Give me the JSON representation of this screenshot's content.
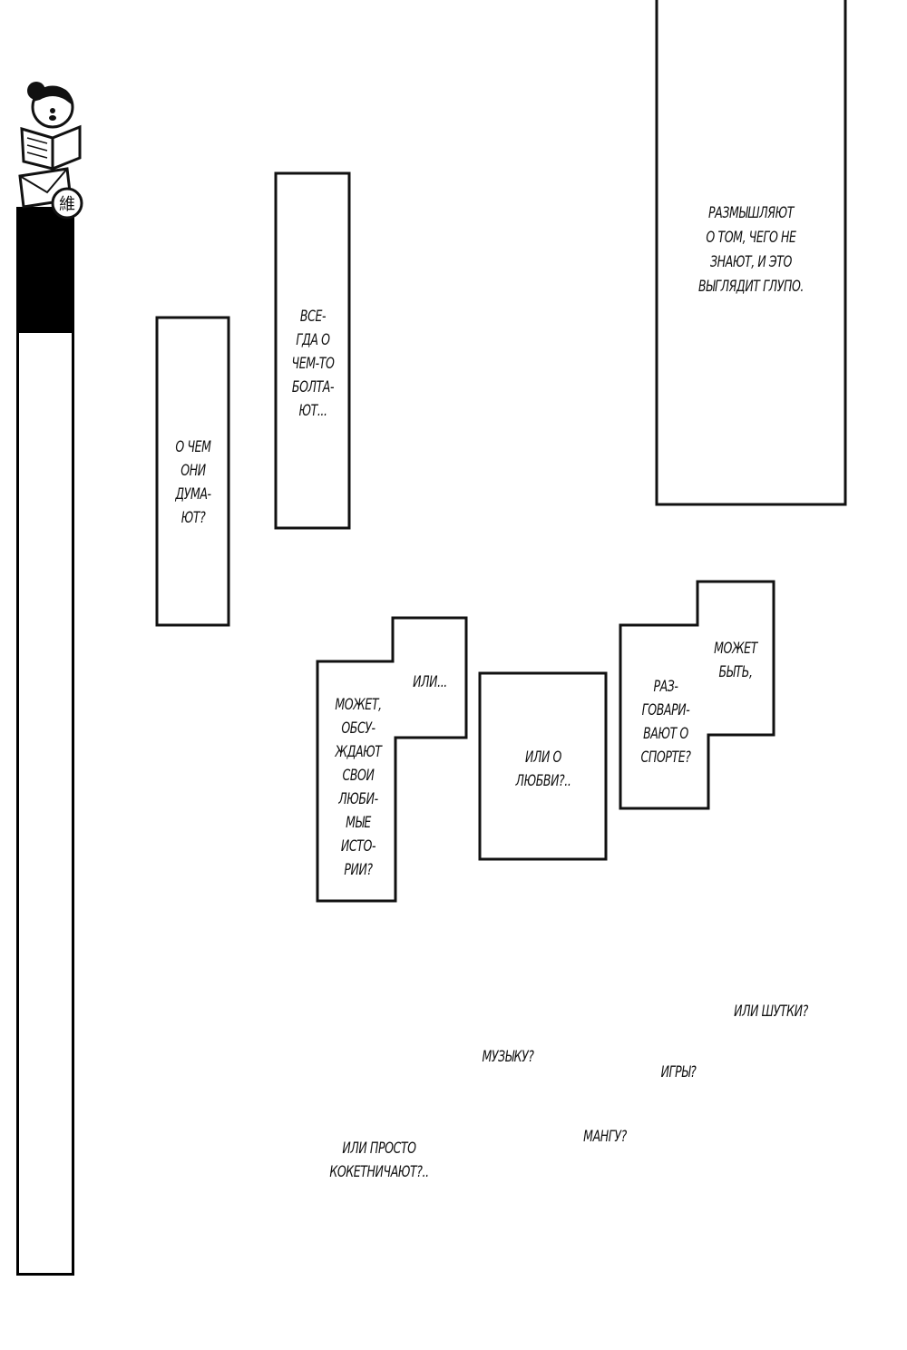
{
  "bubbles": {
    "think_about": "О ЧЕМ\nОНИ\nДУМА-\nЮТ?",
    "always_talk": "ВСЕ-\nГДА О\nЧЕМ-ТО\nБОЛТА-\nЮТ...",
    "ponder": "РАЗМЫШЛЯЮТ\nО ТОМ, ЧЕГО НЕ\nЗНАЮТ, И ЭТО\nВЫГЛЯДИТ ГЛУПО.",
    "or": "ИЛИ...",
    "stories": "МОЖЕТ,\nОБСУ-\nЖДАЮТ\nСВОИ\nЛЮБИ-\nМЫЕ\nИСТО-\nРИИ?",
    "love": "ИЛИ О\nЛЮБВИ?..",
    "maybe": "МОЖЕТ\nБЫТЬ,",
    "sports": "РАЗ-\nГОВАРИ-\nВАЮТ О\nСПОРТЕ?",
    "jokes": "ИЛИ ШУТКИ?",
    "music": "МУЗЫКУ?",
    "games": "ИГРЫ?",
    "manga": "МАНГУ?",
    "flirt": "ИЛИ ПРОСТО\nКОКЕТНИЧАЮТ?.."
  },
  "mascot_stamp": "維"
}
